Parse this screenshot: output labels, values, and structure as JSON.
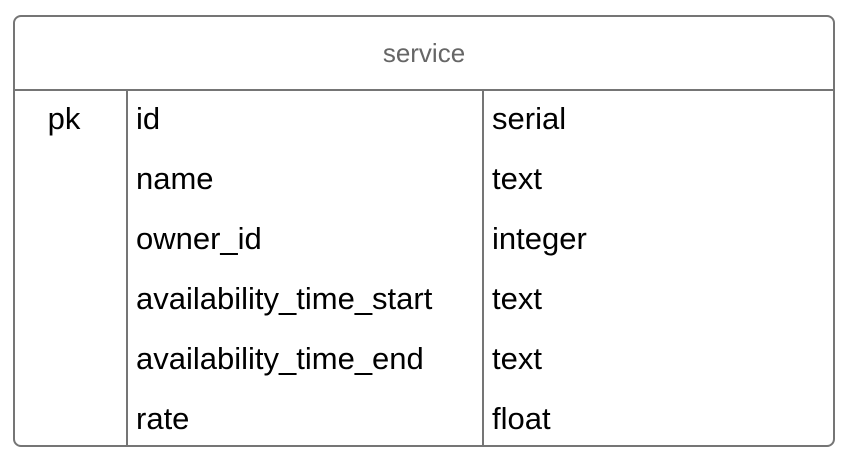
{
  "entity": {
    "name": "service",
    "columns": [
      {
        "key": "pk",
        "name": "id",
        "type": "serial"
      },
      {
        "key": "",
        "name": "name",
        "type": "text"
      },
      {
        "key": "",
        "name": "owner_id",
        "type": "integer"
      },
      {
        "key": "",
        "name": "availability_time_start",
        "type": "text"
      },
      {
        "key": "",
        "name": "availability_time_end",
        "type": "text"
      },
      {
        "key": "",
        "name": "rate",
        "type": "float"
      }
    ]
  },
  "colors": {
    "border": "#757575",
    "header_text": "#666666",
    "body_text": "#000000",
    "background": "#ffffff"
  }
}
